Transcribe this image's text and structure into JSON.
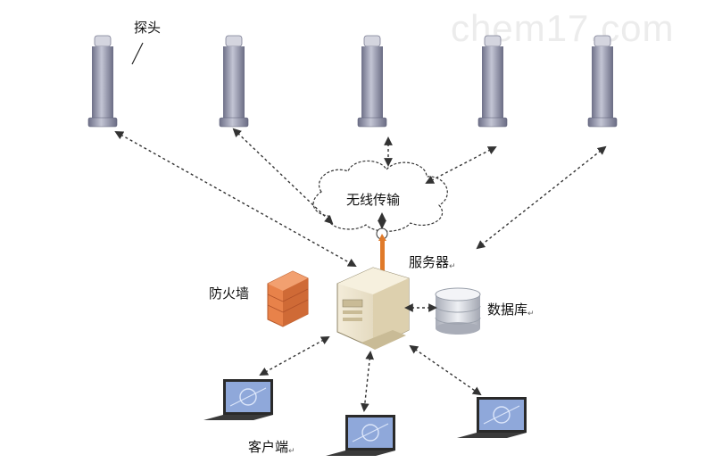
{
  "watermark": "chem17.com",
  "labels": {
    "probe": "探头",
    "wireless": "无线传输",
    "server": "服务器",
    "firewall": "防火墙",
    "database": "数据库",
    "client": "客户端",
    "return_mark": "↵"
  },
  "colors": {
    "probe_body": "#8e90a8",
    "probe_cap": "#c9cad6",
    "firewall": "#e8824a",
    "server_body": "#e9dfc6",
    "antenna": "#e07a2a",
    "database": "#c8cbd4",
    "laptop_screen": "#7d9ad6",
    "arrow": "#333333"
  }
}
